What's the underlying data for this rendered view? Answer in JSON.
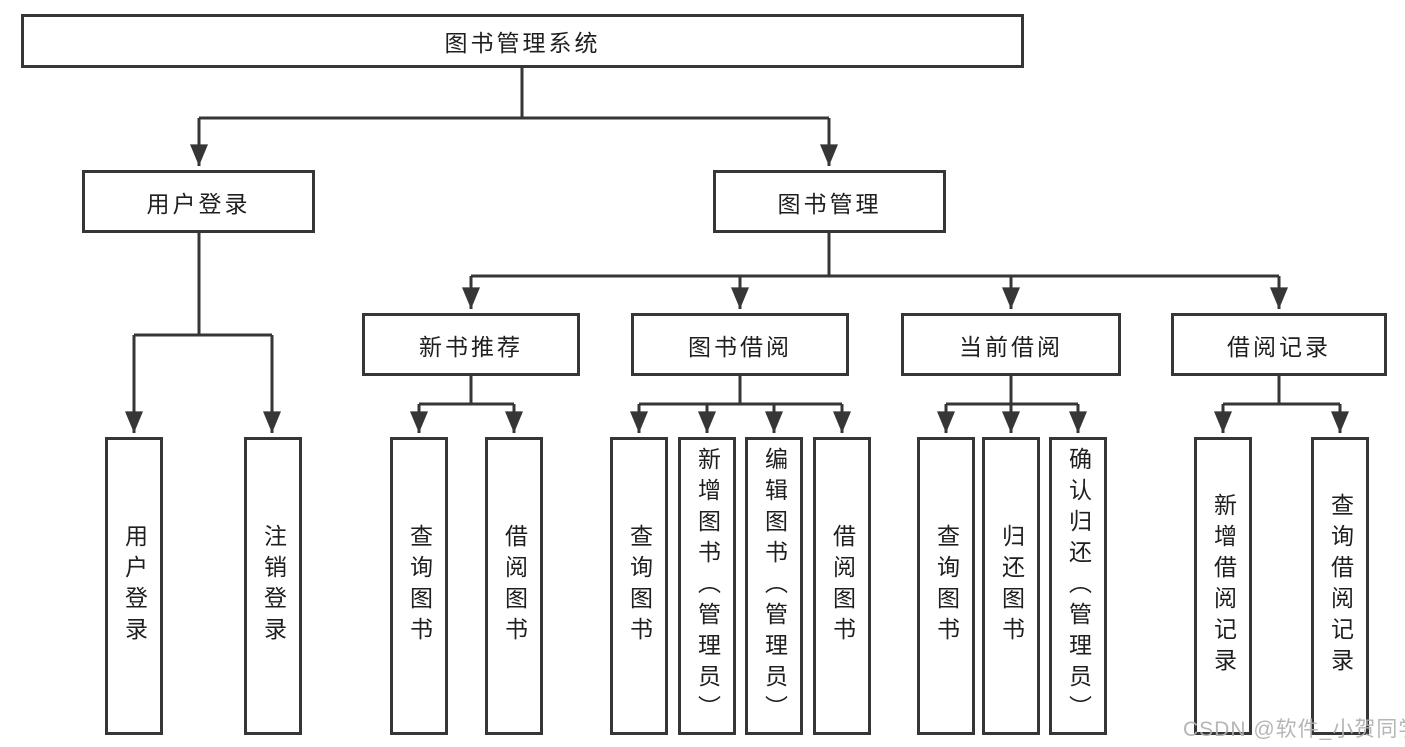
{
  "diagram": {
    "type": "hierarchy-tree",
    "orientation": "top-down"
  },
  "nodes": {
    "root": {
      "label": "图书管理系统"
    },
    "user_login": {
      "label": "用户登录"
    },
    "book_mgmt": {
      "label": "图书管理"
    },
    "new_book_rec": {
      "label": "新书推荐"
    },
    "book_borrow": {
      "label": "图书借阅"
    },
    "current_borrow": {
      "label": "当前借阅"
    },
    "borrow_records": {
      "label": "借阅记录"
    },
    "leaf_user_login": {
      "label": "用户登录"
    },
    "leaf_logout": {
      "label": "注销登录"
    },
    "rec_query_books": {
      "label": "查询图书"
    },
    "rec_borrow_books": {
      "label": "借阅图书"
    },
    "bb_query_books": {
      "label": "查询图书"
    },
    "bb_add_books": {
      "label": "新增图书（管理员）"
    },
    "bb_edit_books": {
      "label": "编辑图书（管理员）"
    },
    "bb_borrow_books": {
      "label": "借阅图书"
    },
    "cb_query_books": {
      "label": "查询图书"
    },
    "cb_return_books": {
      "label": "归还图书"
    },
    "cb_confirm_return": {
      "label": "确认归还（管理员）"
    },
    "br_add_record": {
      "label": "新增借阅记录"
    },
    "br_query_record": {
      "label": "查询借阅记录"
    }
  },
  "watermark": {
    "text": "CSDN @软件_小贺同学"
  },
  "colors": {
    "background": "#ffffff",
    "box_border": "#363636",
    "line": "#363636",
    "text": "#1f1f1f",
    "watermark": "#b2b2b2"
  }
}
